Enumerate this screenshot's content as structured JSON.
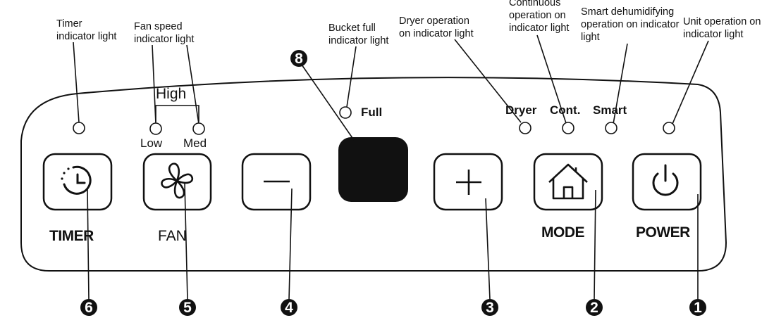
{
  "callouts": {
    "timer_light": [
      "Timer",
      "indicator light"
    ],
    "fan_light": [
      "Fan speed",
      "indicator light"
    ],
    "bucket_light": [
      "Bucket full",
      "indicator light"
    ],
    "dryer_light": [
      "Dryer operation",
      "on indicator light"
    ],
    "continuous_light": [
      "Continuous",
      "operation on",
      "indicator light"
    ],
    "smart_light": [
      "Smart dehumidifying",
      "operation on indicator",
      "light"
    ],
    "unit_light": [
      "Unit operation on",
      "indicator light"
    ]
  },
  "panel": {
    "fan_high": "High",
    "fan_low": "Low",
    "fan_med": "Med",
    "full": "Full",
    "dryer": "Dryer",
    "cont": "Cont.",
    "smart": "Smart"
  },
  "buttons": {
    "timer": "TIMER",
    "fan": "FAN",
    "mode": "MODE",
    "power": "POWER"
  },
  "numbers": {
    "display": "8",
    "timer": "6",
    "fan": "5",
    "minus": "4",
    "plus": "3",
    "mode": "2",
    "power": "1"
  },
  "icons": {
    "timer": "clock-timer-icon",
    "fan": "fan-icon",
    "minus": "minus-icon",
    "plus": "plus-icon",
    "mode": "home-icon",
    "power": "power-icon"
  }
}
